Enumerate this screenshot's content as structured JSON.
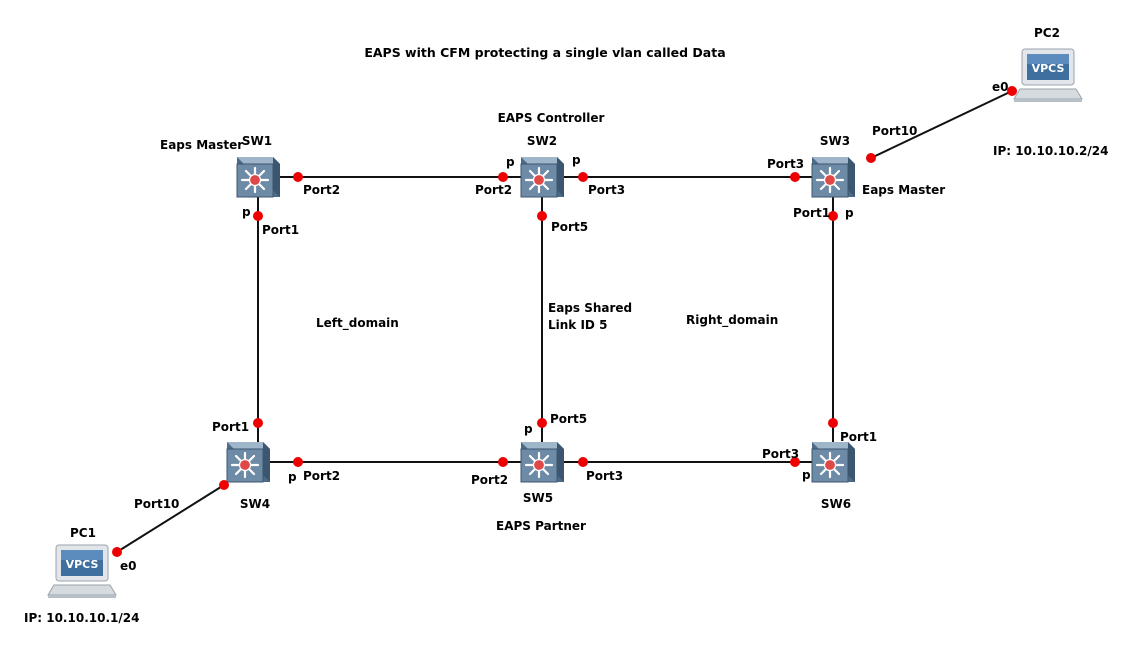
{
  "title": "EAPS with CFM protecting a single vlan called Data",
  "colors": {
    "port_dot": "#ee0000",
    "link": "#111111",
    "switch_body": "#5f7d99",
    "switch_top": "#8fa7bf",
    "switch_core": "#dd3a3a"
  },
  "icons": {
    "switch": "multilayer-switch-icon",
    "pc": "vpcs-pc-icon"
  },
  "devices": {
    "sw1": {
      "name": "SW1",
      "role": "Eaps Master"
    },
    "sw2": {
      "name": "SW2",
      "role": "EAPS Controller"
    },
    "sw3": {
      "name": "SW3",
      "role": "Eaps Master"
    },
    "sw4": {
      "name": "SW4"
    },
    "sw5": {
      "name": "SW5",
      "role": "EAPS Partner"
    },
    "sw6": {
      "name": "SW6"
    },
    "pc1": {
      "name": "PC1",
      "screen": "VPCS",
      "ip": "IP: 10.10.10.1/24"
    },
    "pc2": {
      "name": "PC2",
      "screen": "VPCS",
      "ip": "IP: 10.10.10.2/24"
    }
  },
  "ports": {
    "sw1_port2": "Port2",
    "sw1_port1": "Port1",
    "sw1_p": "p",
    "sw2_port2": "Port2",
    "sw2_port3": "Port3",
    "sw2_port5": "Port5",
    "sw2_p_left": "p",
    "sw2_p_right": "p",
    "sw3_port3": "Port3",
    "sw3_port10": "Port10",
    "sw3_port1": "Port1",
    "sw3_p": "p",
    "sw4_port1": "Port1",
    "sw4_port2": "Port2",
    "sw4_port10": "Port10",
    "sw4_p": "p",
    "sw5_port2": "Port2",
    "sw5_port3": "Port3",
    "sw5_port5": "Port5",
    "sw5_p": "p",
    "sw6_port3": "Port3",
    "sw6_port1": "Port1",
    "sw6_p": "p",
    "pc1_e0": "e0",
    "pc2_e0": "e0"
  },
  "domains": {
    "left": "Left_domain",
    "right": "Right_domain",
    "shared_line1": "Eaps Shared",
    "shared_line2": "Link ID 5"
  }
}
